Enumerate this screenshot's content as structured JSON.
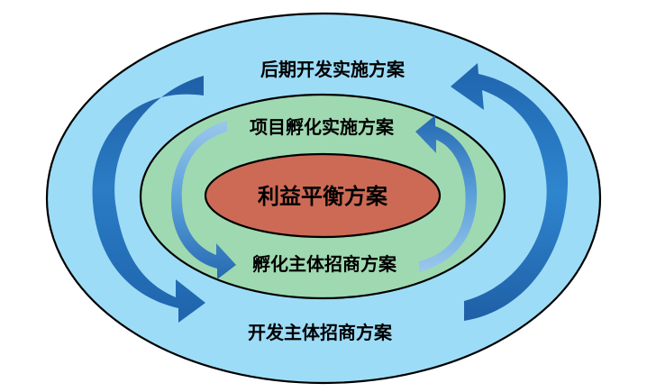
{
  "diagram": {
    "outer_label_top": "后期开发实施方案",
    "outer_label_bottom": "开发主体招商方案",
    "middle_label_top": "项目孵化实施方案",
    "middle_label_bottom": "孵化主体招商方案",
    "center_label": "利益平衡方案"
  },
  "colors": {
    "outer_fill": "#9ddcf7",
    "middle_fill": "#9fd9b1",
    "center_fill": "#cd6a55",
    "stroke": "#000000",
    "arrow_dark": "#1f64ad",
    "arrow_light": "#9bc8ec"
  },
  "icons": {
    "outer_left_arrow": "curved-arrow-down-icon",
    "outer_right_arrow": "curved-arrow-up-icon",
    "inner_left_arrow": "curved-arrow-down-icon",
    "inner_right_arrow": "curved-arrow-up-icon"
  }
}
